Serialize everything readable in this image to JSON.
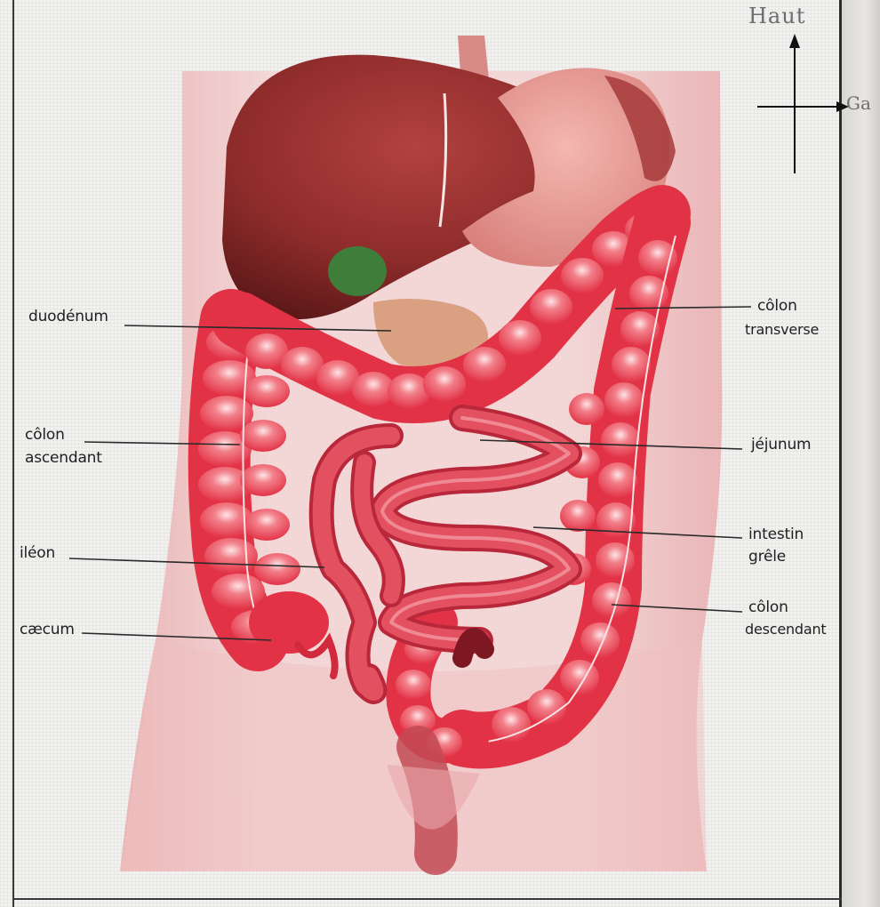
{
  "orientation": {
    "up_label": "Haut",
    "left_label": "Ga"
  },
  "labels": {
    "duodenum": "duodénum",
    "colon_ascendant_1": "côlon",
    "colon_ascendant_2": "ascendant",
    "ileon": "iléon",
    "caecum": "cæcum",
    "colon_transverse_1": "côlon",
    "colon_transverse_2": "transverse",
    "jejunum": "jéjunum",
    "intestin_grele_1": "intestin",
    "intestin_grele_2": "grêle",
    "colon_descendant_1": "côlon",
    "colon_descendant_2": "descendant"
  },
  "colors": {
    "colon": "#e8404f",
    "colon_highlight": "#fbd3d6",
    "small_intestine": "#c93343",
    "liver": "#8e2c2b",
    "torso": "#f3c3c3",
    "gallbladder": "#3f7d3a"
  }
}
